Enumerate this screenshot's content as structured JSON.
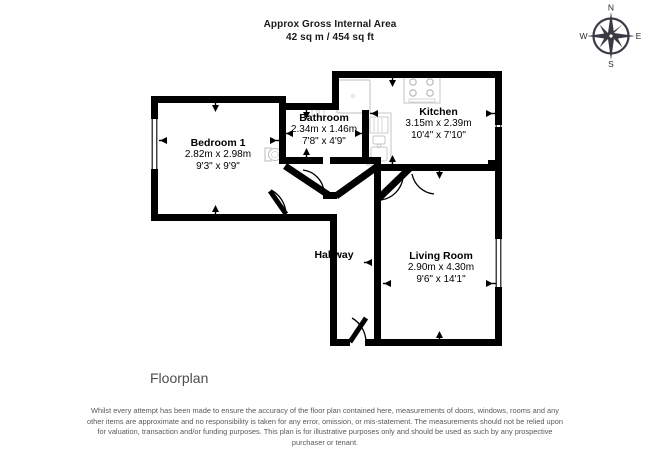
{
  "header": {
    "area_line1": "Approx Gross Internal Area",
    "area_line2": "42 sq m / 454 sq ft"
  },
  "compass": {
    "north": "N",
    "east": "E",
    "south": "S",
    "west": "W"
  },
  "rooms": [
    {
      "name": "Bedroom 1",
      "metric": "2.82m x 2.98m",
      "imperial": "9'3\" x 9'9\""
    },
    {
      "name": "Bathroom",
      "metric": "2.34m x 1.46m",
      "imperial": "7'8\" x 4'9\""
    },
    {
      "name": "Kitchen",
      "metric": "3.15m x 2.39m",
      "imperial": "10'4\" x 7'10\""
    },
    {
      "name": "Hallway",
      "metric": "",
      "imperial": ""
    },
    {
      "name": "Living Room",
      "metric": "2.90m x 4.30m",
      "imperial": "9'6\" x 14'1\""
    }
  ],
  "caption": "Floorplan",
  "disclaimer": "Whilst every attempt has been made to ensure the accuracy of the floor plan contained here, measurements of doors, windows, rooms and any other items are approximate and no responsibility is taken for any error, omission, or mis-statement. The measurements should not be relied upon for valuation, transaction and/or funding purposes. This plan is for illustrative purposes only and should be used as such by any prospective purchaser or tenant.",
  "colors": {
    "wall": "#000000",
    "background": "#ffffff",
    "fixture_outline": "#cccccc",
    "text": "#000000",
    "caption_text": "#4d4d4d",
    "disclaimer_text": "#595959"
  }
}
